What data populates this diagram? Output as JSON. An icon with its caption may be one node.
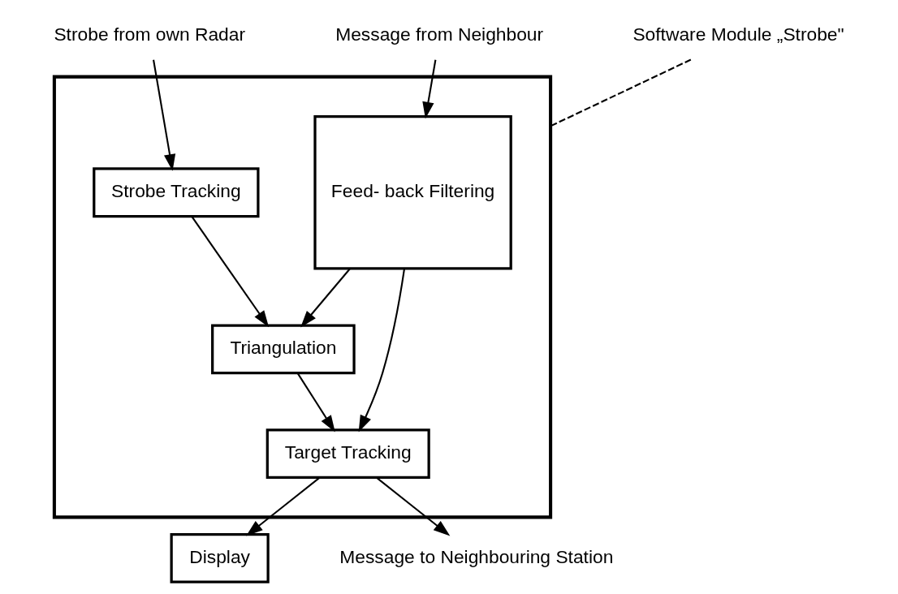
{
  "diagram": {
    "nodes": [
      {
        "text": [],
        "shape": "box"
      },
      {
        "text": [
          "Feed- back Filtering"
        ],
        "in": 0
      },
      {
        "text": [
          "Strobe Tracking"
        ],
        "in": 0
      },
      {
        "text": [
          "Triangulation"
        ],
        "in": 0
      },
      {
        "text": [
          "Target Tracking"
        ],
        "in": 0
      },
      {
        "text": [
          "Display"
        ]
      },
      {
        "text": [
          "Strobe from own Radar"
        ]
      },
      {
        "text": [
          "Message from Neighbour"
        ]
      },
      {
        "text": [
          "Message to Neighbouring Station"
        ]
      },
      {
        "text": [
          "Software Module „Strobe\""
        ]
      }
    ],
    "edges": [
      {
        "from": 6,
        "to": 2,
        "arrow": "to"
      },
      {
        "from": 2,
        "to": 3,
        "arrow": "to"
      },
      {
        "from": 1,
        "to": 3,
        "arrow": "to"
      },
      {
        "from": 3,
        "to": 4,
        "arrow": "to"
      },
      {
        "from": 1,
        "to": 4,
        "arrow": "to"
      },
      {
        "from": 7,
        "to": 1,
        "arrow": "to"
      },
      {
        "from": 4,
        "to": 5,
        "arrow": "to"
      },
      {
        "from": 4,
        "to": 8,
        "arrow": "to"
      },
      {
        "from": 9,
        "to": 0,
        "arrow": "none",
        "style": "dashed"
      }
    ]
  }
}
